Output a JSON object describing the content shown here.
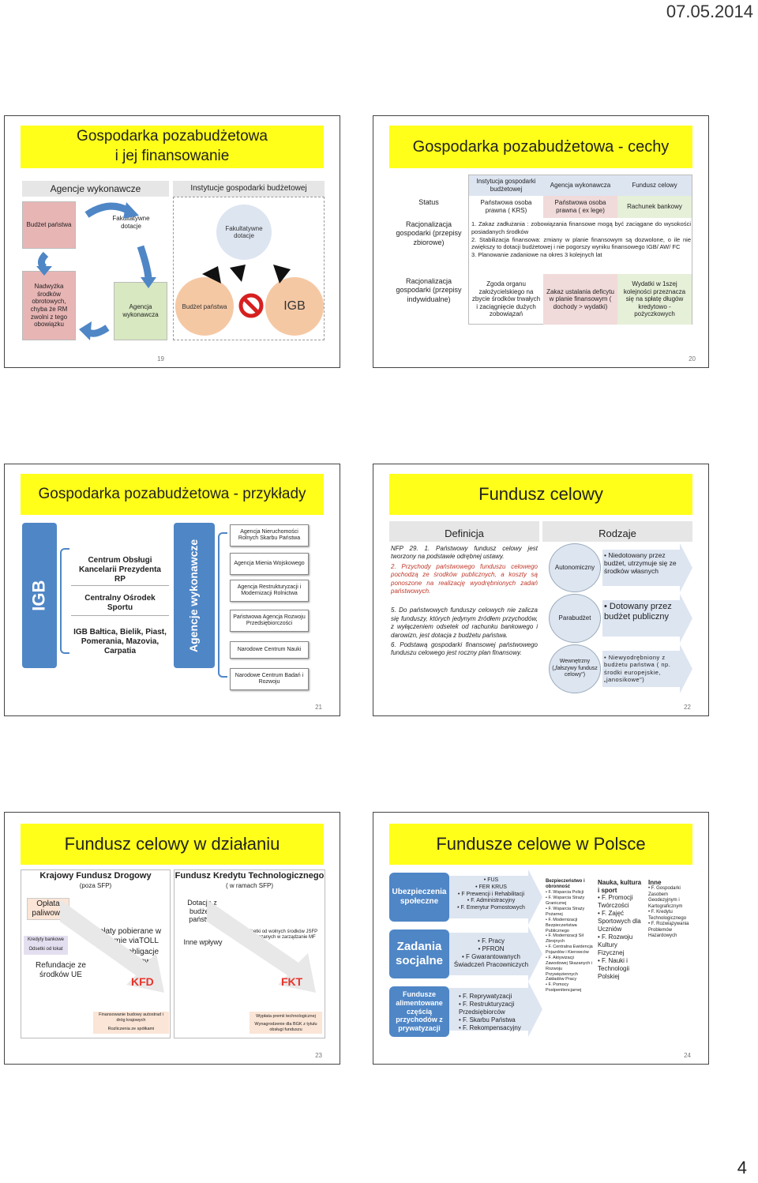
{
  "header": {
    "date": "07.05.2014",
    "page_number": "4"
  },
  "s19": {
    "title_line1": "Gospodarka pozabudżetowa",
    "title_line2": "i jej finansowanie",
    "col_left": "Agencje wykonawcze",
    "col_right": "Instytucje gospodarki budżetowej",
    "budzet_panstwa": "Budżet państwa",
    "fakult1": "Fakultatywne dotacje",
    "nadwyzka": "Nadwyżka środków obrotowych, chyba że RM zwolni z tego obowiązku",
    "agencja": "Agencja wykonawcza",
    "fakult2": "Fakultatywne dotacje",
    "budzet2": "Budżet państwa",
    "igb": "IGB",
    "num": "19"
  },
  "s20": {
    "title": "Gospodarka pozabudżetowa - cechy",
    "h1": "Instytucja gospodarki budżetowej",
    "h2": "Agencja wykonawcza",
    "h3": "Fundusz celowy",
    "r1_label": "Status",
    "r1c1": "Państwowa osoba prawna ( KRS)",
    "r1c2": "Państwowa osoba prawna ( ex lege)",
    "r1c3": "Rachunek bankowy",
    "r2_label": "Racjonalizacja gospodarki (przepisy zbiorowe)",
    "r2_items": [
      "1. Zakaz zadłużania : zobowiązania finansowe mogą być zaciągane do wysokości posiadanych środków",
      "2. Stabilizacja finansowa: zmiany w planie finansowym są dozwolone, o ile nie zwiększy to dotacji budżetowej i nie pogorszy wyniku finansowego IGB/ AW/ FC",
      "3. Planowanie zadaniowe na okres 3 kolejnych lat"
    ],
    "r3_label": "Racjonalizacja gospodarki (przepisy indywidualne)",
    "r3c1": "Zgoda organu założycielskiego na zbycie środków trwałych i zaciągnięcie dużych zobowiązań",
    "r3c2": "Zakaz ustalania deficytu w planie finansowym ( dochody > wydatki)",
    "r3c3": "Wydatki w 1szej kolejności przeznacza się na spłatę długów kredytowo - pożyczkowych",
    "num": "20"
  },
  "s21": {
    "title": "Gospodarka pozabudżetowa - przykłady",
    "igb": "IGB",
    "igb_items": [
      "Centrum Obsługi Kancelarii Prezydenta RP",
      "Centralny Ośrodek Sportu",
      "IGB Bałtica, Bielik, Piast, Pomerania, Mazovia, Carpatia"
    ],
    "agencje": "Agencje wykonawcze",
    "ag_items": [
      "Agencja Nieruchomości Rolnych Skarbu Państwa",
      "Agencja Mienia Wojskowego",
      "Agencja Restrukturyzacji i Modernizacji Rolnictwa",
      "Państwowa Agencja Rozwoju Przedsiębiorczości",
      "Narodowe Centrum Nauki",
      "Narodowe Centrum Badań i Rozwoju"
    ],
    "num": "21"
  },
  "s22": {
    "title": "Fundusz celowy",
    "def_head": "Definicja",
    "rodz_head": "Rodzaje",
    "def1": "NFP 29. 1. Państwowy fundusz celowy jest tworzony na podstawie odrębnej ustawy.",
    "def2": "2. Przychody państwowego funduszu celowego pochodzą ze środków publicznych, a koszty są ponoszone na realizację wyodrębnionych zadań państwowych.",
    "def5": "5. Do państwowych funduszy celowych nie zalicza się funduszy, których jedynym źródłem przychodów, z wyłączeniem odsetek od rachunku bankowego i darowizn, jest dotacja z budżetu państwa.",
    "def6": "6. Podstawą gospodarki finansowej państwowego funduszu celowego jest roczny plan finansowy.",
    "c1": "Autonomiczny",
    "c2": "Parabudżet",
    "c3": "Wewnętrzny („fałszywy fundusz celowy\")",
    "r1": "Niedotowany przez budżet, utrzymuje się ze środków własnych",
    "r2": "Dotowany przez budżet publiczny",
    "r3": "Niewyodrębniony z budżetu państwa ( np. środki europejskie, „janosikowe\")",
    "num": "22"
  },
  "s23": {
    "title": "Fundusz celowy w działaniu",
    "kfd_head": "Krajowy Fundusz Drogowy",
    "kfd_sub": "(poza SFP)",
    "oplata": "Opłata paliwowa",
    "kredyty": "Kredyty bankowe",
    "odsetki": "Odsetki od lokat",
    "refund": "Refundacje ze środków UE",
    "oplaty": "Opłaty pobierane w systemie viaTOLL",
    "oblig": "+ obligacje drogowe",
    "kfd": "KFD",
    "fin_note": "Finansowanie budowy autostrad i dróg krajowych",
    "rozl": "Rozliczenia ze spółkami",
    "fkt_head": "Fundusz Kredytu Technologicznego",
    "fkt_sub": "( w ramach SFP)",
    "dotacje": "Dotacje z budżetu państwa",
    "inne": "Inne wpływy",
    "odsetki2": "Odsetki od wolnych środków JSFP przekazanych w zarządzanie MF",
    "fkt": "FKT",
    "wyplata": "Wypłata premii technologicznej",
    "wynag": "Wynagrodzenie dla BGK z tytułu obsługi funduszu",
    "num": "23"
  },
  "s24": {
    "title": "Fundusze celowe w Polsce",
    "b1": "Ubezpieczenia społeczne",
    "b2": "Zadania socjalne",
    "b3": "Fundusze alimentowane częścią przychodów z prywatyzacji",
    "l1": [
      "FUS",
      "FER KRUS",
      "F Prewencji i Rehabilitacji",
      "F. Administracyjny",
      "F. Emerytur Pomostowych"
    ],
    "l2": [
      "F. Pracy",
      "PFRON",
      "F Gwarantowanych Świadczeń Pracowniczych"
    ],
    "l3": [
      "F. Reprywatyzacji",
      "F. Restrukturyzacji Przedsiębiorców",
      "F. Skarbu Państwa",
      "F. Rekompensacyjny"
    ],
    "c1_head": "Bezpieczeństwo i obronność",
    "c1": [
      "F. Wsparcia Policji",
      "F. Wsparcia Straży Granicznej",
      "F. Wsparcia Straży Pożarnej",
      "F. Modernizacji Bezpieczeństwa Publicznego",
      "F. Modernizacji Sił Zbrojnych",
      "F. Centralna Ewidencja Pojazdów i Kierowców",
      "F. Aktywizacji Zawodowej Skazanych i Rozwoju Przywięziennych Zakładów Pracy",
      "F. Pomocy Postpenitencjarnej"
    ],
    "c2_head": "Nauka, kultura i sport",
    "c2": [
      "F. Promocji Twórczości",
      "F. Zajęć Sportowych dla Uczniów",
      "F. Rozwoju Kultury Fizycznej",
      "F. Nauki i Technologii Polskiej"
    ],
    "c3_head": "Inne",
    "c3": [
      "F. Gospodarki Zasobem Geodezyjnym i Kartograficznym",
      "F. Kredytu Technologicznego",
      "F. Rozwiązywania Problemów Hazardowych"
    ],
    "num": "24"
  }
}
